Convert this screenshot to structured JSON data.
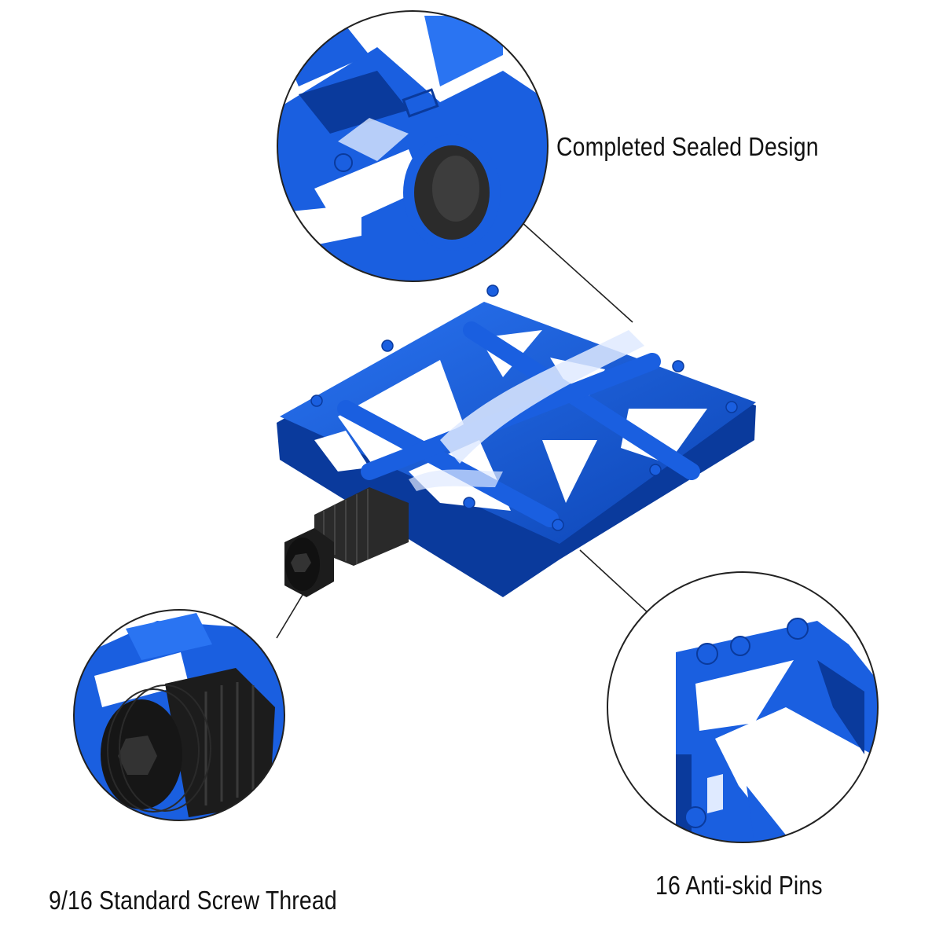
{
  "labels": {
    "sealed_design": "Completed Sealed Design",
    "anti_skid_pins": "16 Anti-skid Pins",
    "screw_thread": "9/16 Standard Screw Thread"
  },
  "colors": {
    "pedal_blue": "#1a5fe0",
    "pedal_dark": "#0a3a9c",
    "highlight": "#dfeaff",
    "axle_black": "#1c1c1c",
    "callout_line": "#222222"
  }
}
